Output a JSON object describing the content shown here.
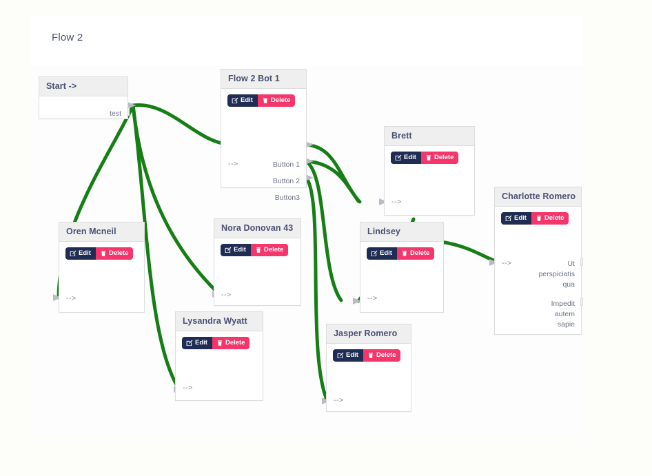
{
  "page": {
    "background": "#fdfdfa",
    "canvas_background": "#fdfdfd"
  },
  "header": {
    "title": "Flow 2"
  },
  "theme": {
    "edge_color": "#157f15",
    "edit_color": "#1f2d54",
    "delete_color": "#f5366a",
    "node_header_bg": "#efefef",
    "node_border": "#dddddd",
    "title_color": "#4a5173"
  },
  "buttons": {
    "edit_label": "Edit",
    "delete_label": "Delete",
    "edit_icon": "pencil-square-icon",
    "delete_icon": "trash-icon"
  },
  "nodes": [
    {
      "id": "start",
      "title": "Start ->",
      "has_actions": false,
      "inputs": [],
      "outputs": [
        "test"
      ]
    },
    {
      "id": "flow2bot1",
      "title": "Flow 2 Bot 1",
      "has_actions": true,
      "inputs": [
        "-->"
      ],
      "outputs": [
        "Button 1",
        "Button 2",
        "Button3"
      ]
    },
    {
      "id": "brett",
      "title": "Brett",
      "has_actions": true,
      "inputs": [
        "-->"
      ],
      "outputs": []
    },
    {
      "id": "charlotte",
      "title": "Charlotte Romero",
      "has_actions": true,
      "inputs": [
        "-->"
      ],
      "outputs": [
        "Ut perspiciatis qua",
        "Impedit autem sapie"
      ]
    },
    {
      "id": "oren",
      "title": "Oren Mcneil",
      "has_actions": true,
      "inputs": [
        "-->"
      ],
      "outputs": []
    },
    {
      "id": "nora",
      "title": "Nora Donovan 43",
      "has_actions": true,
      "inputs": [
        "-->"
      ],
      "outputs": []
    },
    {
      "id": "lindsey",
      "title": "Lindsey",
      "has_actions": true,
      "inputs": [
        "-->"
      ],
      "outputs": []
    },
    {
      "id": "lysandra",
      "title": "Lysandra Wyatt",
      "has_actions": true,
      "inputs": [
        "-->"
      ],
      "outputs": []
    },
    {
      "id": "jasper",
      "title": "Jasper Romero",
      "has_actions": true,
      "inputs": [
        "-->"
      ],
      "outputs": []
    }
  ],
  "node_text": {
    "start_title": "Start ->",
    "start_out_test": "test",
    "bot_title": "Flow 2 Bot 1",
    "bot_in": "-->",
    "bot_out_1": "Button 1",
    "bot_out_2": "Button 2",
    "bot_out_3": "Button3",
    "brett_title": "Brett",
    "brett_in": "-->",
    "charlotte_title": "Charlotte Romero",
    "charlotte_in": "-->",
    "charlotte_out_1_l1": "Ut",
    "charlotte_out_1_l2": "perspiciatis",
    "charlotte_out_1_l3": "qua",
    "charlotte_out_2_l1": "Impedit",
    "charlotte_out_2_l2": "autem",
    "charlotte_out_2_l3": "sapie",
    "oren_title": "Oren Mcneil",
    "oren_in": "-->",
    "nora_title": "Nora Donovan 43",
    "nora_in": "-->",
    "lindsey_title": "Lindsey",
    "lindsey_in": "-->",
    "lysandra_title": "Lysandra Wyatt",
    "lysandra_in": "-->",
    "jasper_title": "Jasper Romero",
    "jasper_in": "-->"
  },
  "edges": [
    {
      "from": "start.test",
      "to": "flow2bot1.in"
    },
    {
      "from": "start.test",
      "to": "oren.in"
    },
    {
      "from": "start.test",
      "to": "nora.in"
    },
    {
      "from": "start.test",
      "to": "lysandra.in"
    },
    {
      "from": "flow2bot1.Button 1",
      "to": "brett.in"
    },
    {
      "from": "flow2bot1.Button 2",
      "to": "brett.in"
    },
    {
      "from": "flow2bot1.Button 2",
      "to": "lindsey.in"
    },
    {
      "from": "flow2bot1.Button3",
      "to": "jasper.in"
    },
    {
      "from": "brett.out",
      "to": "lindsey.in"
    },
    {
      "from": "lindsey.out",
      "to": "charlotte.in"
    }
  ]
}
